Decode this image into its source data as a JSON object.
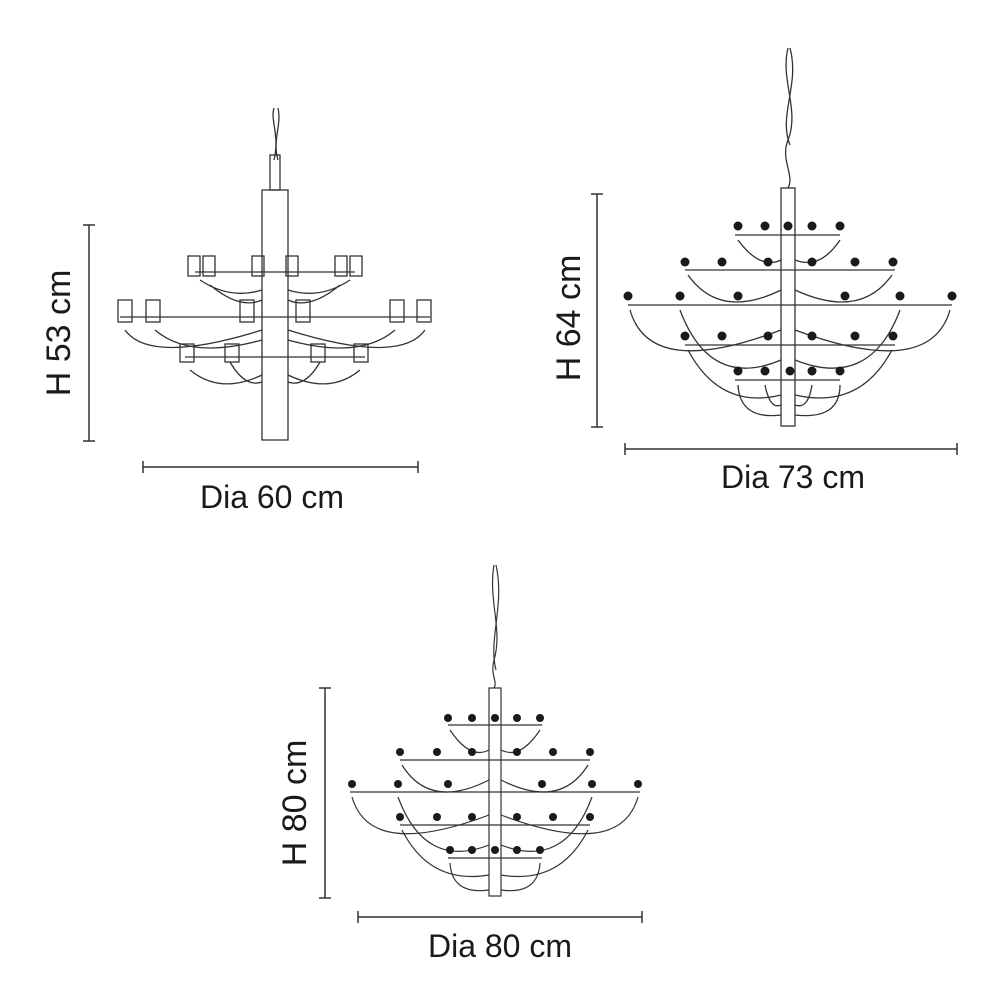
{
  "diagrams": [
    {
      "id": "small",
      "height_label": "H 53 cm",
      "dia_label": "Dia 60 cm"
    },
    {
      "id": "medium",
      "height_label": "H 64 cm",
      "dia_label": "Dia 73 cm"
    },
    {
      "id": "large",
      "height_label": "H 80 cm",
      "dia_label": "Dia 80 cm"
    }
  ]
}
